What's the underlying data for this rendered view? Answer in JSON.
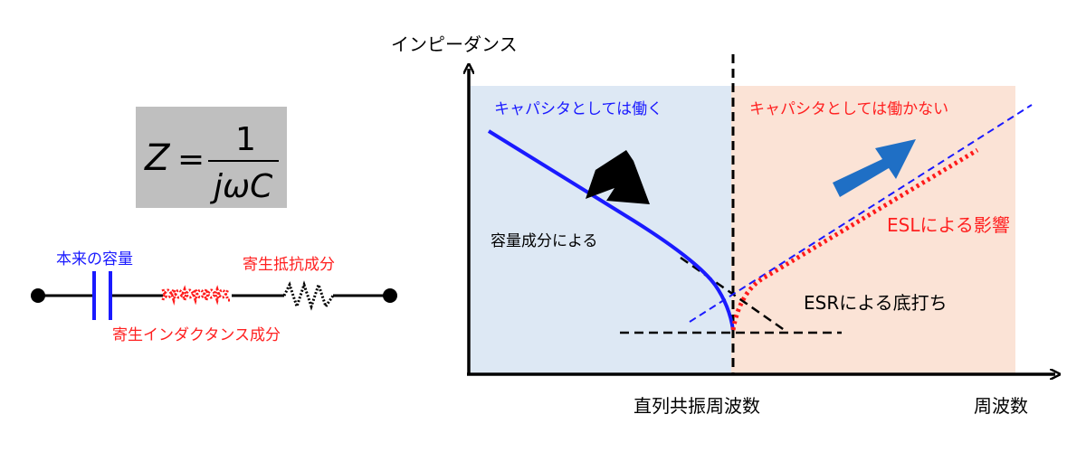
{
  "formula": {
    "lhs": "Z",
    "equals": "=",
    "numerator": "1",
    "denominator": "jωC"
  },
  "circuit": {
    "label_capacitance": "本来の容量",
    "label_esr": "寄生抵抗成分",
    "label_esl": "寄生インダクタンス成分"
  },
  "graph": {
    "y_axis_label": "インピーダンス",
    "x_axis_label": "周波数",
    "resonance_label": "直列共振周波数",
    "region_left_label": "キャパシタとしては働く",
    "region_right_label": "キャパシタとしては働かない",
    "annotation_capacitance": "容量成分による",
    "annotation_esr": "ESRによる底打ち",
    "annotation_esl": "ESLによる影響"
  },
  "colors": {
    "left_region": "#dde8f4",
    "right_region": "#fbe3d6",
    "curve_blue": "#1a1aff",
    "curve_red": "#ff1a1a",
    "arrow_blue": "#1f6fc5",
    "arrow_black": "#000000"
  }
}
